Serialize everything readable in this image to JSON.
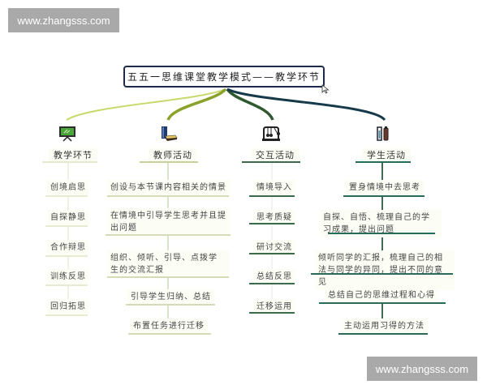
{
  "watermarks": {
    "top": "www.zhangsss.com",
    "bottom": "www.zhangsss.com"
  },
  "root": {
    "title": "五五一思维课堂教学模式——教学环节"
  },
  "colors": {
    "root_border": "#1d2a4a",
    "branch_1": "#c9d86a",
    "branch_2": "#8aa12a",
    "branch_3": "#2f5a2f",
    "branch_4": "#163a4a",
    "col1_line": "#d9e3b5",
    "col2_line": "#b7c98a",
    "col3_line": "#3c6b4c",
    "col4_line": "#2a6a5a"
  },
  "categories": [
    {
      "label": "教学环节",
      "icon": "blackboard-icon",
      "items": [
        "创境启思",
        "自探静思",
        "合作辩思",
        "训练反思",
        "回归拓思"
      ]
    },
    {
      "label": "教师活动",
      "icon": "books-icon",
      "items": [
        "创设与本节课内容相关的情景",
        "在情境中引导学生思考并且提出问题",
        "组织、倾听、引导、点拨学生的交流汇报",
        "引导学生归纳、总结",
        "布置任务进行迁移"
      ]
    },
    {
      "label": "交互活动",
      "icon": "newtons-cradle-icon",
      "items": [
        "情境导入",
        "思考质疑",
        "研讨交流",
        "总结反思",
        "迁移运用"
      ]
    },
    {
      "label": "学生活动",
      "icon": "test-tubes-icon",
      "items": [
        "置身情境中去思考",
        "自探、自悟、梳理自己的学习成果，提出问题",
        "倾听同学的汇报，梳理自己的相法与同学的异同，提出不同的意见",
        "总结自己的思维过程和心得",
        "主动运用习得的方法"
      ]
    }
  ]
}
